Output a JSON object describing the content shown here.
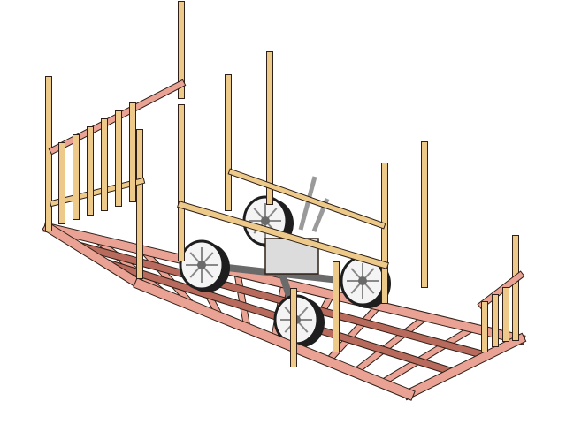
{
  "scene": {
    "background": "#ffffff",
    "colors": {
      "frame_beam": "#e9a294",
      "frame_beam_dark": "#b86a5c",
      "post": "#edc98a",
      "post_dark": "#b08a48",
      "outline": "#2e2018",
      "wheel_face": "#f4f4f4",
      "wheel_rim": "#1e1e1e",
      "axle": "#6a6a6a",
      "mechanism": "#9a9a9a"
    },
    "components": [
      "chassis-frame",
      "upright-posts",
      "side-rails",
      "wheelsets",
      "brake-mechanism"
    ]
  }
}
